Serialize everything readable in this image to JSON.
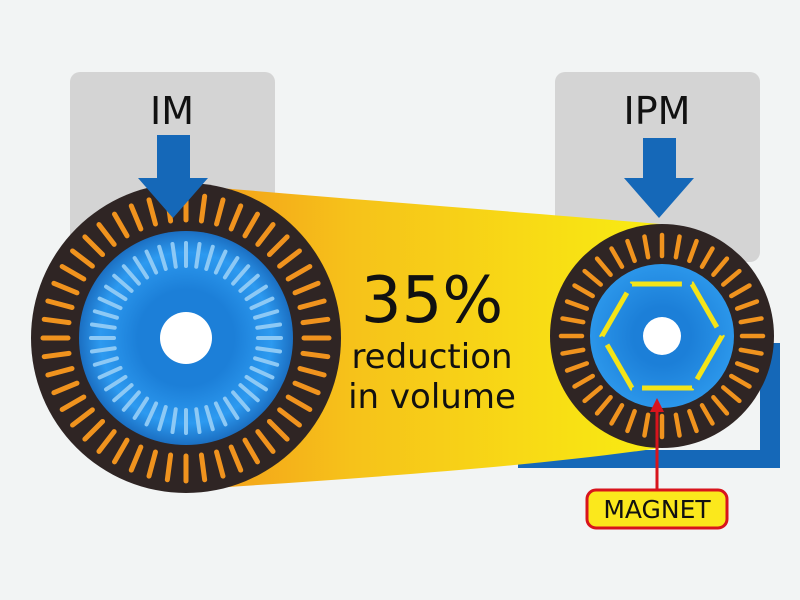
{
  "motors": {
    "im": {
      "label": "IM"
    },
    "ipm": {
      "label": "IPM"
    }
  },
  "comparison": {
    "percent": "35%",
    "line1": "reduction",
    "line2": "in volume"
  },
  "callout": {
    "magnet_label": "MAGNET"
  },
  "colors": {
    "background": "#f2f4f4",
    "panel": "#d4d4d4",
    "arrow_blue": "#1568b8",
    "stator_dark": "#2f2524",
    "slot_orange": "#f0931e",
    "rotor_blue": "#2a93e6",
    "rotor_bar": "#8dc9f5",
    "magnet_yellow": "#f4e418",
    "callout_red": "#d8141c",
    "callout_fill": "#fbe81c",
    "gradient_start": "#f39a1a",
    "gradient_end": "#f9ec12"
  },
  "icons": [
    "down-arrow-icon",
    "down-arrow-icon"
  ]
}
